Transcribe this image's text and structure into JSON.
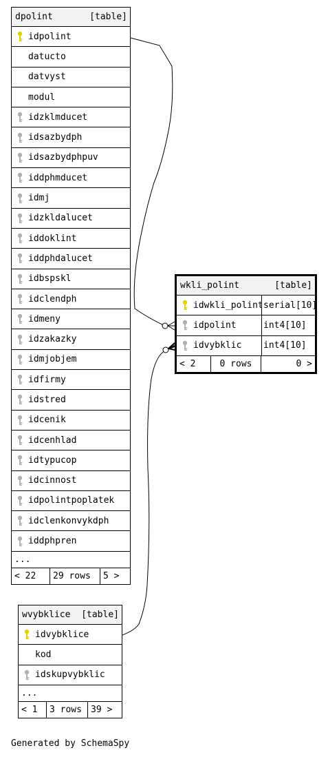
{
  "tables": {
    "dpolint": {
      "name": "dpolint",
      "kind": "[table]",
      "columns": [
        {
          "name": "idpolint",
          "icon": "primary-key-icon"
        },
        {
          "name": "datucto",
          "icon": ""
        },
        {
          "name": "datvyst",
          "icon": ""
        },
        {
          "name": "modul",
          "icon": ""
        },
        {
          "name": "idzklmducet",
          "icon": "foreign-key-icon"
        },
        {
          "name": "idsazbydph",
          "icon": "foreign-key-icon"
        },
        {
          "name": "idsazbydphpuv",
          "icon": "foreign-key-icon"
        },
        {
          "name": "iddphmducet",
          "icon": "foreign-key-icon"
        },
        {
          "name": "idmj",
          "icon": "foreign-key-icon"
        },
        {
          "name": "idzkldalucet",
          "icon": "foreign-key-icon"
        },
        {
          "name": "iddoklint",
          "icon": "foreign-key-icon"
        },
        {
          "name": "iddphdalucet",
          "icon": "foreign-key-icon"
        },
        {
          "name": "idbspskl",
          "icon": "foreign-key-icon"
        },
        {
          "name": "idclendph",
          "icon": "foreign-key-icon"
        },
        {
          "name": "idmeny",
          "icon": "foreign-key-icon"
        },
        {
          "name": "idzakazky",
          "icon": "foreign-key-icon"
        },
        {
          "name": "idmjobjem",
          "icon": "foreign-key-icon"
        },
        {
          "name": "idfirmy",
          "icon": "foreign-key-icon"
        },
        {
          "name": "idstred",
          "icon": "foreign-key-icon"
        },
        {
          "name": "idcenik",
          "icon": "foreign-key-icon"
        },
        {
          "name": "idcenhlad",
          "icon": "foreign-key-icon"
        },
        {
          "name": "idtypucop",
          "icon": "foreign-key-icon"
        },
        {
          "name": "idcinnost",
          "icon": "foreign-key-icon"
        },
        {
          "name": "idpolintpoplatek",
          "icon": "foreign-key-icon"
        },
        {
          "name": "idclenkonvykdph",
          "icon": "foreign-key-icon"
        },
        {
          "name": "iddphpren",
          "icon": "foreign-key-icon"
        }
      ],
      "ellipsis": "...",
      "footer": {
        "parents": "< 22",
        "rows": "29 rows",
        "children": "5 >"
      }
    },
    "wkli_polint": {
      "name": "wkli_polint",
      "kind": "[table]",
      "columns": [
        {
          "name": "idwkli_polint",
          "type": "serial[10]",
          "icon": "primary-key-icon"
        },
        {
          "name": "idpolint",
          "type": "int4[10]",
          "icon": "foreign-key-icon"
        },
        {
          "name": "idvybklic",
          "type": "int4[10]",
          "icon": "foreign-key-icon"
        }
      ],
      "footer": {
        "parents": "< 2",
        "rows": "0 rows",
        "children": "0 >"
      }
    },
    "wvybklice": {
      "name": "wvybklice",
      "kind": "[table]",
      "columns": [
        {
          "name": "idvybklice",
          "icon": "primary-key-icon"
        },
        {
          "name": "kod",
          "icon": ""
        },
        {
          "name": "idskupvybklic",
          "icon": "foreign-key-icon"
        }
      ],
      "ellipsis": "...",
      "footer": {
        "parents": "< 1",
        "rows": "3 rows",
        "children": "39 >"
      }
    }
  },
  "colors": {
    "primary_key": "#e8d000",
    "foreign_key": "#b0b0b0",
    "header_bg": "#f2f2f2"
  },
  "generated_by": "Generated by SchemaSpy"
}
